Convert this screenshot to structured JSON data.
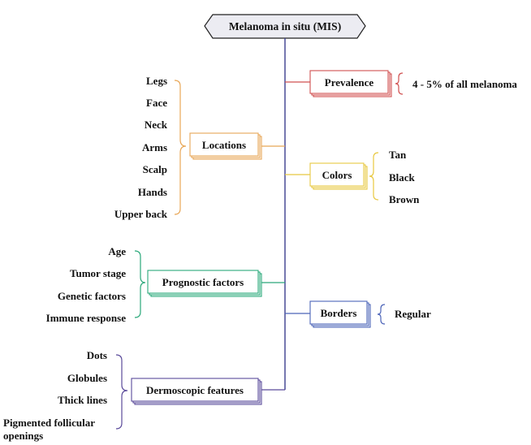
{
  "root": {
    "title": "Melanoma in situ (MIS)"
  },
  "colors": {
    "spine": "#3b3f8f",
    "prevalence": "#d05050",
    "locations": "#e8a656",
    "colors": "#e8c840",
    "prognostic": "#2aa87a",
    "borders": "#4c64b8",
    "dermoscopic": "#5a4a9a",
    "root_fill": "#ececf2"
  },
  "nodes": {
    "prevalence": {
      "label": "Prevalence",
      "items": [
        "4 - 5% of all melanoma"
      ]
    },
    "locations": {
      "label": "Locations",
      "items": [
        "Legs",
        "Face",
        "Neck",
        "Arms",
        "Scalp",
        "Hands",
        "Upper back"
      ]
    },
    "colors": {
      "label": "Colors",
      "items": [
        "Tan",
        "Black",
        "Brown"
      ]
    },
    "prognostic": {
      "label": "Prognostic factors",
      "items": [
        "Age",
        "Tumor stage",
        "Genetic factors",
        "Immune response"
      ]
    },
    "borders": {
      "label": "Borders",
      "items": [
        "Regular"
      ]
    },
    "dermoscopic": {
      "label": "Dermoscopic features",
      "items": [
        "Dots",
        "Globules",
        "Thick lines",
        "Pigmented follicular",
        "openings"
      ]
    }
  }
}
